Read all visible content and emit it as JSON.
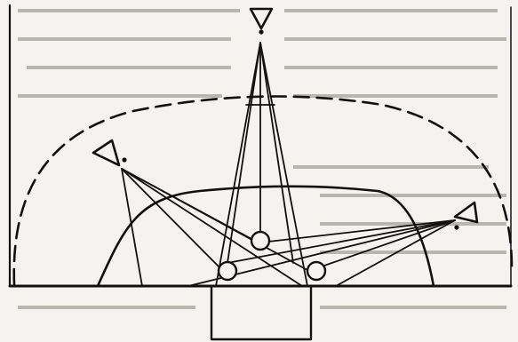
{
  "diagram": {
    "ink_color": "#111111",
    "paper_color": "#f4f3ef",
    "bleed_color": "#b9b6ad",
    "observers": [
      "top-observer",
      "left-observer",
      "right-observer"
    ],
    "targets": [
      "center-ball",
      "left-ball",
      "right-ball"
    ],
    "boundaries": [
      "dashed-outer-arc",
      "solid-inner-arc",
      "ground-line",
      "goal-box"
    ]
  }
}
